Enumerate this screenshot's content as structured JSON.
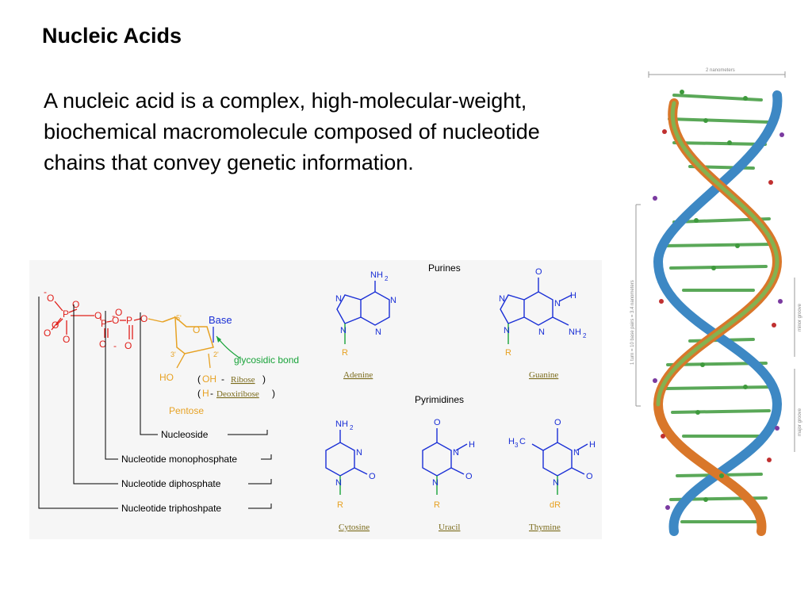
{
  "slide": {
    "title": "Nucleic Acids",
    "intro": "A nucleic acid is a complex, high-molecular-weight, biochemical macromolecule composed of nucleotide chains that convey genetic information."
  },
  "nucleotide": {
    "base_label": "Base",
    "glycosidic_label": "glycosidic bond",
    "ho_label": "HO",
    "oh_label": "OH",
    "ribose_label": "Ribose",
    "h_label": "H",
    "deoxyribose_label": "Deoxiribose",
    "pentose_label": "Pentose",
    "c5_label": "5'",
    "c3_label": "3'",
    "c2_label": "2'",
    "ring_o": "O",
    "nucleoside_label": "Nucleoside",
    "monophosphate_label": "Nucleotide monophosphate",
    "diphosphate_label": "Nucleotide diphosphate",
    "triphosphate_label": "Nucleotide triphoshpate"
  },
  "bases": {
    "purines_heading": "Purines",
    "pyrimidines_heading": "Pyrimidines",
    "adenine": "Adenine",
    "guanine": "Guanine",
    "cytosine": "Cytosine",
    "uracil": "Uracil",
    "thymine": "Thymine",
    "r_label": "R",
    "dr_label": "dR"
  },
  "helix": {
    "width_label": "2 nanometers",
    "pitch_label": "1 turn = 10 base pairs = 3.4 nanometers",
    "minor_groove": "minor groove",
    "major_groove": "major groove"
  },
  "colors": {
    "phosphate": "#e0201b",
    "pentose": "#e7a224",
    "base": "#1a2fd6",
    "bond": "#19a33a",
    "strand_orange": "#d9772a",
    "strand_blue": "#3d88c4",
    "strand_green": "#6fbf5a",
    "atom_green": "#3e9a3c"
  }
}
